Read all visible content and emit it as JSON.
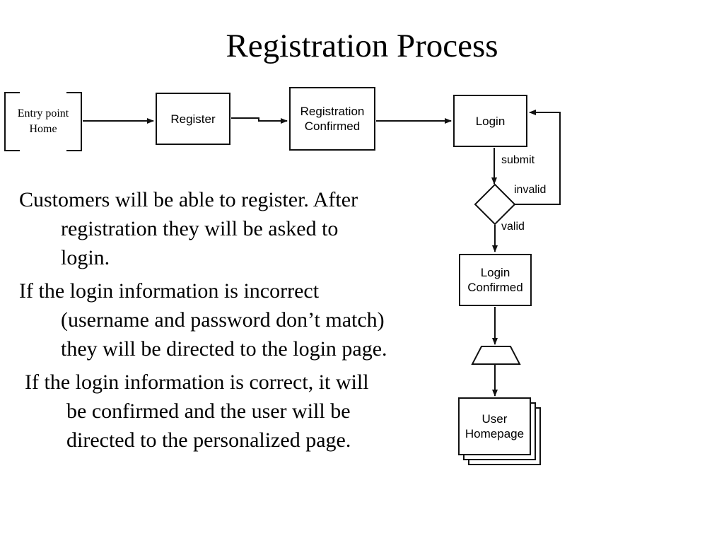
{
  "slide": {
    "title": "Registration Process",
    "background_color": "#ffffff",
    "line_color": "#111111",
    "text_color": "#000000"
  },
  "body_text": {
    "paragraphs": [
      "Customers will be able to register. After registration they will be asked to login.",
      "If the login information is incorrect (username and password don’t match) they will be directed to the login page.",
      "If the login information is correct, it will be confirmed and the user will be directed to the personalized page."
    ]
  },
  "flowchart": {
    "nodes": [
      {
        "id": "entry-point",
        "label": "Entry point\nHome",
        "shape": "bracket"
      },
      {
        "id": "register",
        "label": "Register",
        "shape": "rectangle"
      },
      {
        "id": "registration-confirmed",
        "label": "Registration\nConfirmed",
        "shape": "rectangle"
      },
      {
        "id": "login",
        "label": "Login",
        "shape": "rectangle"
      },
      {
        "id": "decision",
        "label": "",
        "shape": "diamond"
      },
      {
        "id": "login-confirmed",
        "label": "Login\nConfirmed",
        "shape": "rectangle"
      },
      {
        "id": "manual-operation",
        "label": "",
        "shape": "trapezoid"
      },
      {
        "id": "user-homepage",
        "label": "User\nHomepage",
        "shape": "multi-document"
      }
    ],
    "edge_labels": [
      {
        "id": "submit",
        "text": "submit"
      },
      {
        "id": "invalid",
        "text": "invalid"
      },
      {
        "id": "valid",
        "text": "valid"
      }
    ]
  }
}
